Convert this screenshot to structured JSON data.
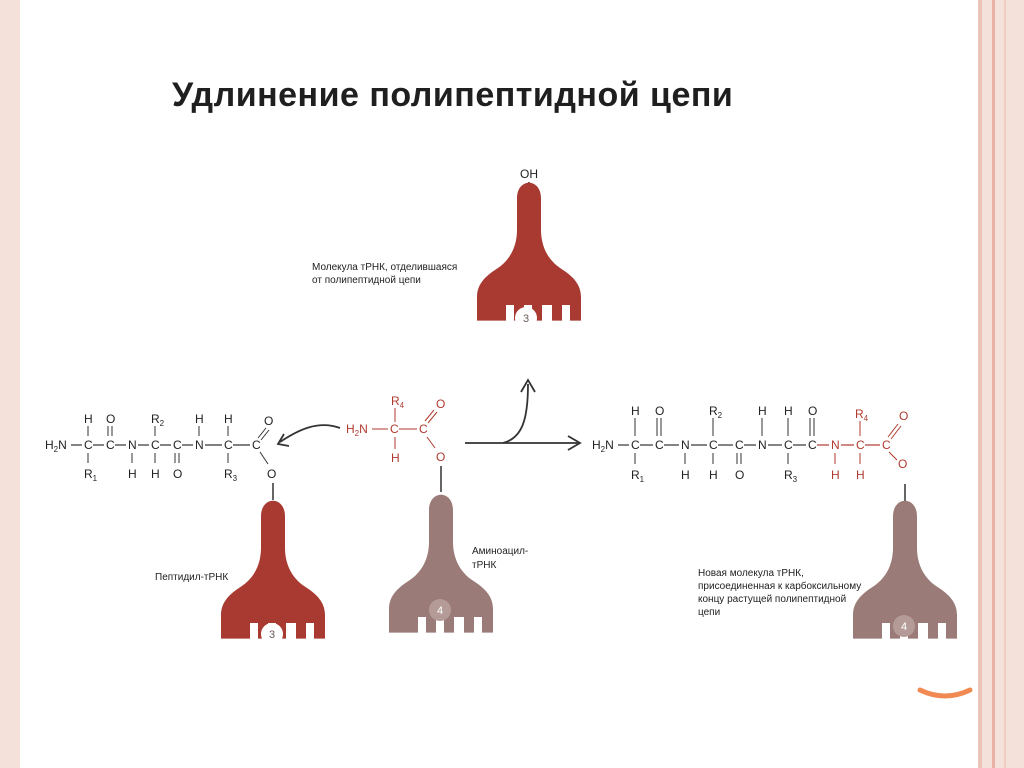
{
  "title": "Удлинение полипептидной цепи",
  "captions": {
    "released_trna": [
      "Молекула тРНК, отделившаяся",
      "от полипептидной цепи"
    ],
    "peptidyl_trna": [
      "Пептидил-тРНК"
    ],
    "aminoacyl_trna": [
      "Аминоацил-",
      "тРНК"
    ],
    "new_trna": [
      "Новая молекула тРНК,",
      "присоединенная к карбоксильному",
      "концу растущей полипептидной",
      "цепи"
    ]
  },
  "trna_numbers": {
    "released": "3",
    "peptidyl": "3",
    "aminoacyl": "4",
    "new": "4"
  },
  "oh_label": "OH",
  "colors": {
    "dark_trna": "#a83a32",
    "light_trna": "#9a7b78",
    "accent": "#f08a52"
  }
}
